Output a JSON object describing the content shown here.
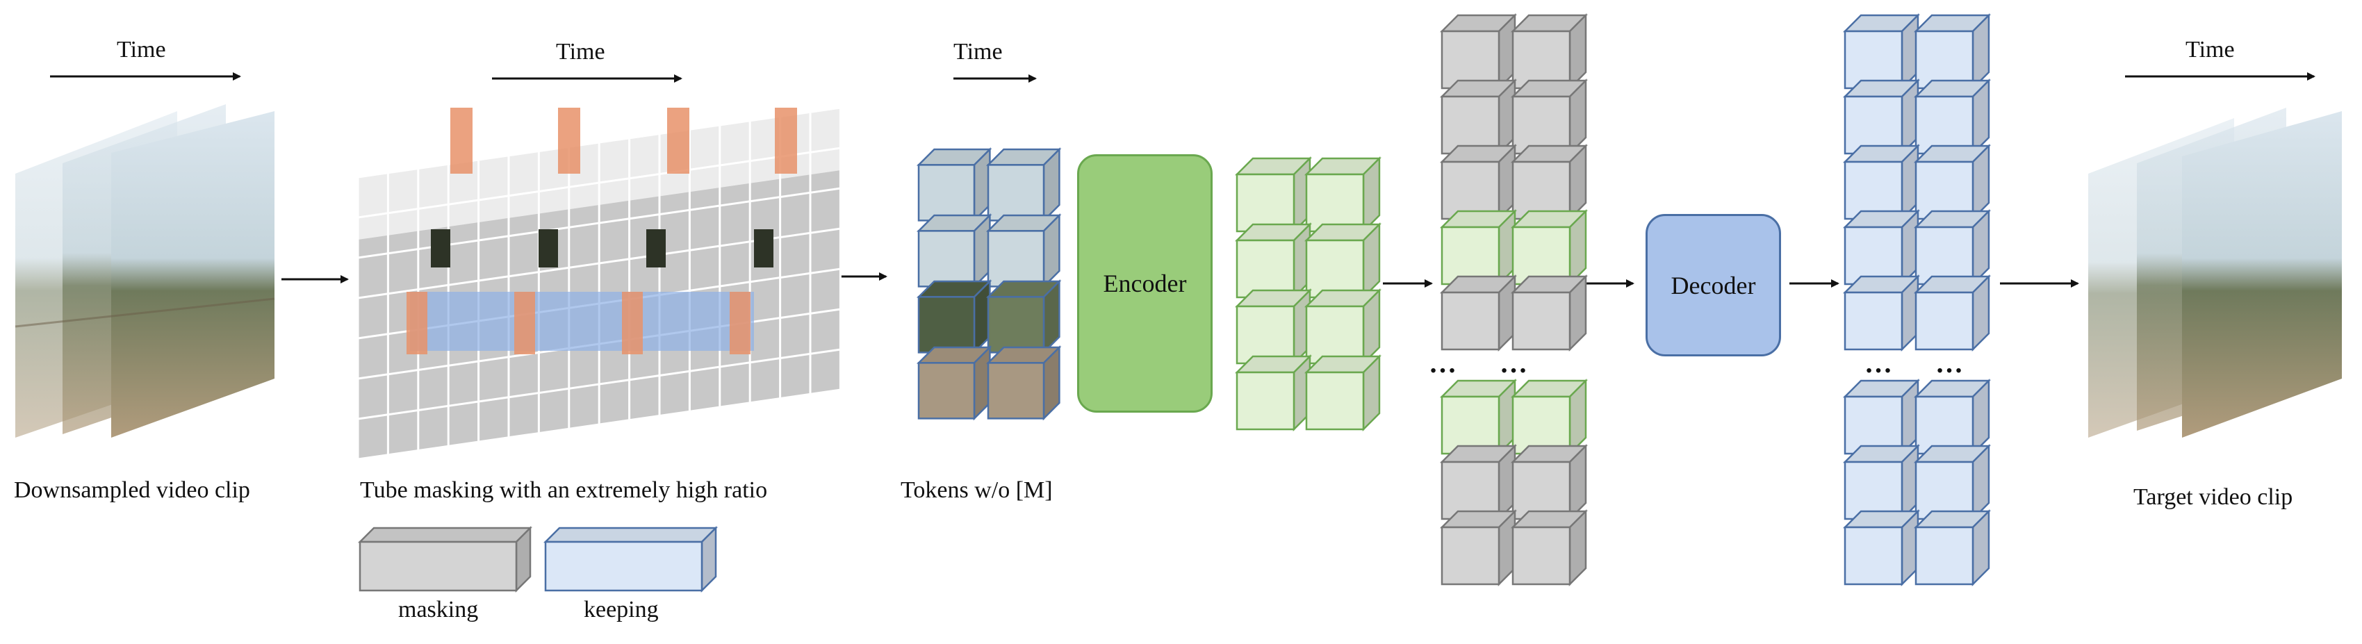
{
  "labels": {
    "time": "Time",
    "downsampled": "Downsampled video clip",
    "tube_masking": "Tube masking with an extremely high ratio",
    "tokens": "Tokens w/o [M]",
    "target": "Target video clip",
    "legend_masking": "masking",
    "legend_keeping": "keeping"
  },
  "encoder": {
    "label": "Encoder"
  },
  "decoder": {
    "label": "Decoder"
  },
  "ellipsis": "…",
  "colors": {
    "masked_cube": "#d4d4d4",
    "kept_cube": "#dbe7f7",
    "kept_cube_edge": "#4a6fa5",
    "encoded_cube": "#e3f2d6",
    "encoded_cube_edge": "#6aa84f",
    "encoder_fill": "#99cc7a",
    "decoder_fill": "#a9c2ea",
    "tube_highlight": "#e8926a",
    "tube_band": "#8fb0e6"
  }
}
